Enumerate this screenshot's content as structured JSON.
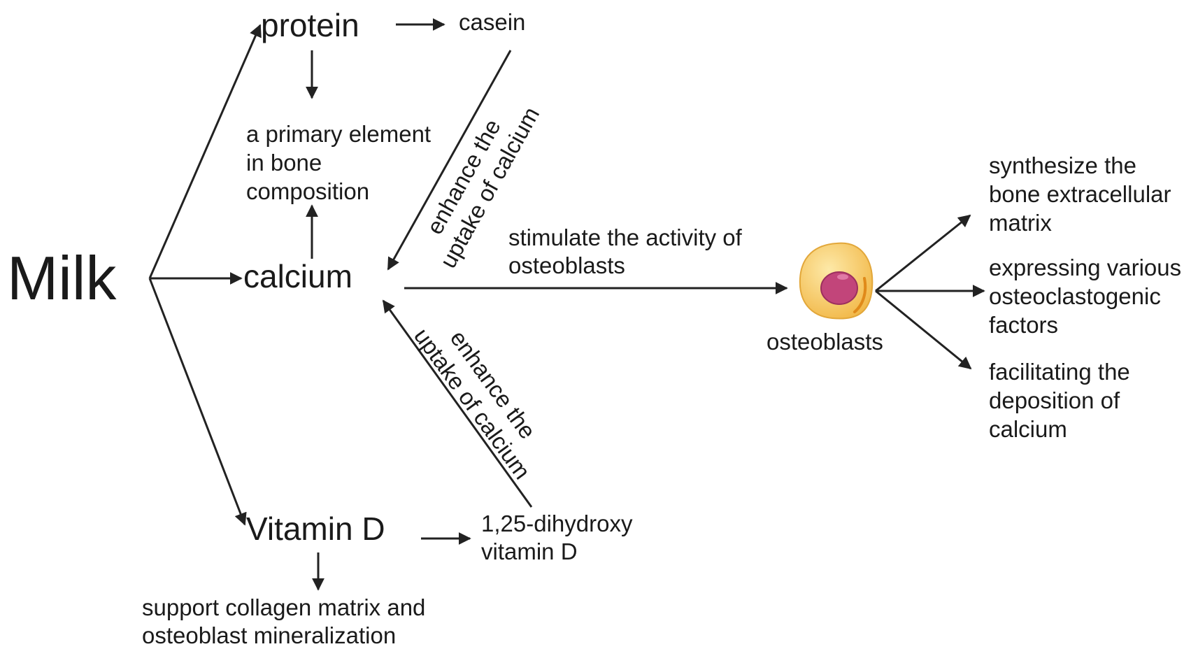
{
  "nodes": {
    "milk": "Milk",
    "protein": "protein",
    "casein": "casein",
    "bone_element": [
      "a primary element",
      "in bone",
      "composition"
    ],
    "calcium": "calcium",
    "vitamin_d": "Vitamin D",
    "dihydroxy": [
      "1,25-dihydroxy",
      "vitamin D"
    ],
    "collagen": [
      "support collagen matrix and",
      "osteoblast mineralization"
    ],
    "osteoblasts": "osteoblasts"
  },
  "edge_labels": {
    "casein_to_calcium": [
      "enhance the",
      "uptake of calcium"
    ],
    "dihydroxy_to_calcium": [
      "enhance the",
      "uptake of calcium"
    ],
    "calcium_to_osteoblasts": [
      "stimulate the activity of",
      "osteoblasts"
    ]
  },
  "outcomes": {
    "synthesize": [
      "synthesize the",
      "bone extracellular",
      "matrix"
    ],
    "expressing": [
      "expressing various",
      "osteoclastogenic",
      "factors"
    ],
    "facilitating": [
      "facilitating the",
      "deposition of",
      "calcium"
    ]
  },
  "colors": {
    "ink": "#1a1a1a",
    "arrow": "#222222",
    "cell_body": "#f7c85e",
    "cell_highlight": "#fde9a8",
    "nucleus": "#c2457a",
    "nucleus_highlight": "#e07aa6"
  }
}
